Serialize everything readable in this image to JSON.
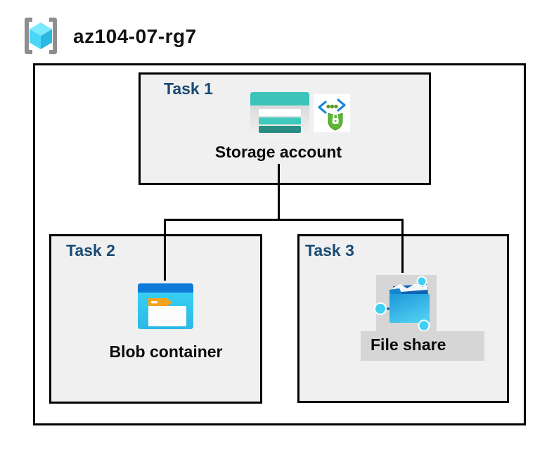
{
  "header": {
    "title": "az104-07-rg7",
    "icon": "resource-group-icon"
  },
  "tasks": [
    {
      "id": "task1",
      "label": "Task 1",
      "node": {
        "label": "Storage account",
        "icons": [
          "storage-account-icon",
          "secure-access-icon"
        ]
      }
    },
    {
      "id": "task2",
      "label": "Task 2",
      "node": {
        "label": "Blob container",
        "icons": [
          "blob-container-icon"
        ]
      }
    },
    {
      "id": "task3",
      "label": "Task 3",
      "node": {
        "label": "File share",
        "icons": [
          "file-share-icon"
        ]
      }
    }
  ],
  "connectors": [
    {
      "from": "Storage account",
      "to": "Blob container"
    },
    {
      "from": "Storage account",
      "to": "File share"
    }
  ],
  "colors": {
    "task_label": "#1b4a74",
    "box_fill": "#f0f0f0",
    "box_border": "#000000",
    "grey_bg": "#d6d6d6",
    "storage_teal": "#3cc4b8",
    "storage_teal_dark": "#2a8d83",
    "blob_blue": "#0e7bd9",
    "blob_cyan": "#36d2f4",
    "shield_green": "#5cb832",
    "fileshare_navy": "#1a5ba8"
  }
}
